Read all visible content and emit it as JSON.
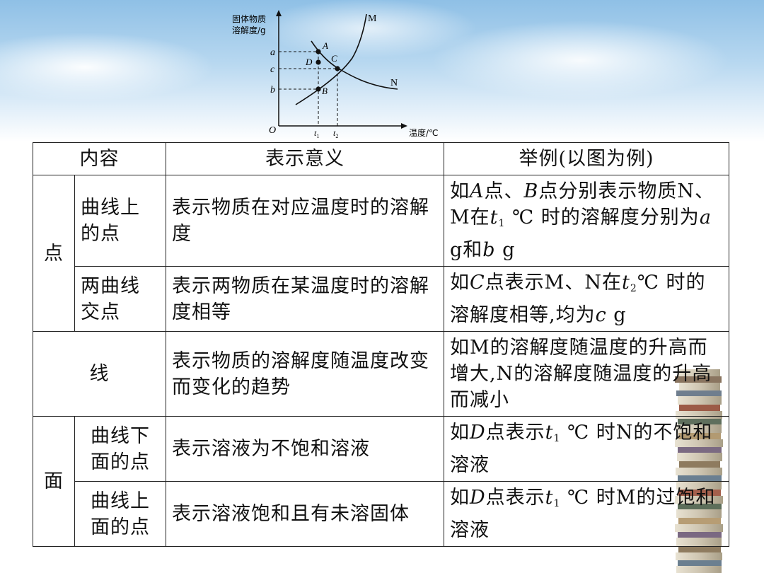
{
  "graph": {
    "ylabel_line1": "固体物质",
    "ylabel_line2": "溶解度/g",
    "xlabel": "温度/℃",
    "origin": "O",
    "curve_M": "M",
    "curve_N": "N",
    "tick_a": "a",
    "tick_c": "c",
    "tick_b": "b",
    "tick_t1": "t",
    "tick_t1_sub": "1",
    "tick_t2": "t",
    "tick_t2_sub": "2",
    "point_A": "A",
    "point_B": "B",
    "point_C": "C",
    "point_D": "D"
  },
  "table": {
    "headers": [
      "内容",
      "表示意义",
      "举例(以图为例)"
    ],
    "cat_point": "点",
    "cat_face": "面",
    "rows": [
      {
        "sub_1": "曲线上",
        "sub_2": "的点",
        "meaning": "表示物质在对应温度时的溶解度",
        "ex_1": "如",
        "ex_A": "A",
        "ex_2": "点、",
        "ex_B": "B",
        "ex_3": "点分别表示物质N、M在",
        "ex_t": "t",
        "ex_tsub": "1",
        "ex_4": " ℃ 时的溶解度分别为",
        "ex_a": "a",
        "ex_5": " g和",
        "ex_b": "b",
        "ex_6": " g"
      },
      {
        "sub_1": "两曲线",
        "sub_2": "交点",
        "meaning": "表示两物质在某温度时的溶解度相等",
        "ex_1": "如",
        "ex_C": "C",
        "ex_2": "点表示M、N在",
        "ex_t": "t",
        "ex_tsub": "2",
        "ex_3": "℃ 时的溶解度相等,均为",
        "ex_c": "c",
        "ex_4": " g"
      },
      {
        "sub": "线",
        "meaning": "表示物质的溶解度随温度改变而变化的趋势",
        "example": "如M的溶解度随温度的升高而增大,N的溶解度随温度的升高而减小"
      },
      {
        "sub_1": "曲线下",
        "sub_2": "面的点",
        "meaning": "表示溶液为不饱和溶液",
        "ex_1": "如",
        "ex_D": "D",
        "ex_2": "点表示",
        "ex_t": "t",
        "ex_tsub": "1",
        "ex_3": " ℃ 时N的不饱和溶液"
      },
      {
        "sub_1": "曲线上",
        "sub_2": "面的点",
        "meaning": "表示溶液饱和且有未溶固体",
        "ex_1": "如",
        "ex_D": "D",
        "ex_2": "点表示",
        "ex_t": "t",
        "ex_tsub": "1",
        "ex_3": " ℃ 时M的过饱和溶液"
      }
    ]
  }
}
